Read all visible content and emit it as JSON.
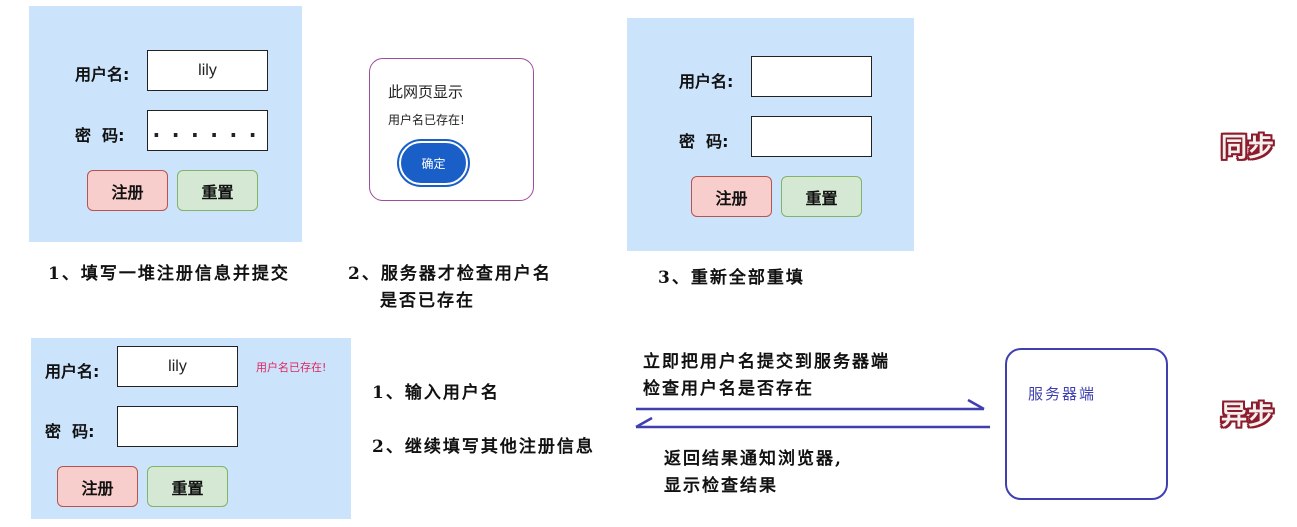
{
  "sync_label": "同步",
  "async_label": "异步",
  "form1": {
    "username_label": "用户名:",
    "password_label": "密  码:",
    "username_value": "lily",
    "password_mask": "......",
    "register_label": "注册",
    "reset_label": "重置"
  },
  "step1_caption": "1、填写一堆注册信息并提交",
  "dialog": {
    "title": "此网页显示",
    "message": "用户名已存在!",
    "ok_label": "确定"
  },
  "step2_caption_line1": "2、服务器才检查用户名",
  "step2_caption_line2": "是否已存在",
  "form2": {
    "username_label": "用户名:",
    "password_label": "密  码:",
    "username_value": "",
    "password_value": "",
    "register_label": "注册",
    "reset_label": "重置"
  },
  "step3_caption": "3、重新全部重填",
  "form3": {
    "username_label": "用户名:",
    "password_label": "密  码:",
    "username_value": "lily",
    "password_value": "",
    "error_message": "用户名已存在!",
    "register_label": "注册",
    "reset_label": "重置"
  },
  "async_step1": "1、输入用户名",
  "async_step2": "2、继续填写其他注册信息",
  "arrow_top_line1": "立即把用户名提交到服务器端",
  "arrow_top_line2": "检查用户名是否存在",
  "arrow_bottom_line1": "返回结果通知浏览器,",
  "arrow_bottom_line2": "显示检查结果",
  "server_label": "服务器端",
  "colors": {
    "panel": "#cce4fb",
    "register_fill": "#f8cecc",
    "reset_fill": "#d5e8d4",
    "dialog_button": "#1a5fc8",
    "error_text": "#e0245e",
    "arrow": "#3f3fb0",
    "side_label_outline": "#8c1c2c"
  }
}
